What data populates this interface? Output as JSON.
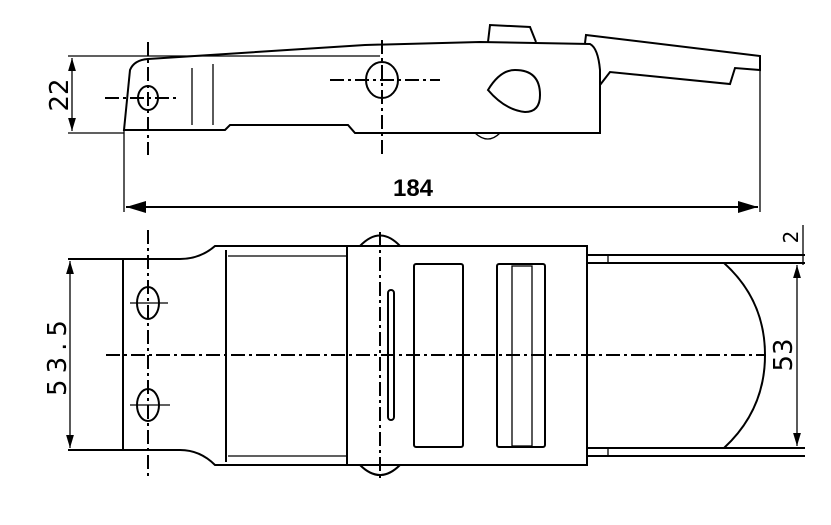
{
  "dimensions": {
    "side_height": "22",
    "overall_length": "184",
    "base_width": "53.5",
    "strap_width": "53",
    "strap_offset": "2"
  }
}
